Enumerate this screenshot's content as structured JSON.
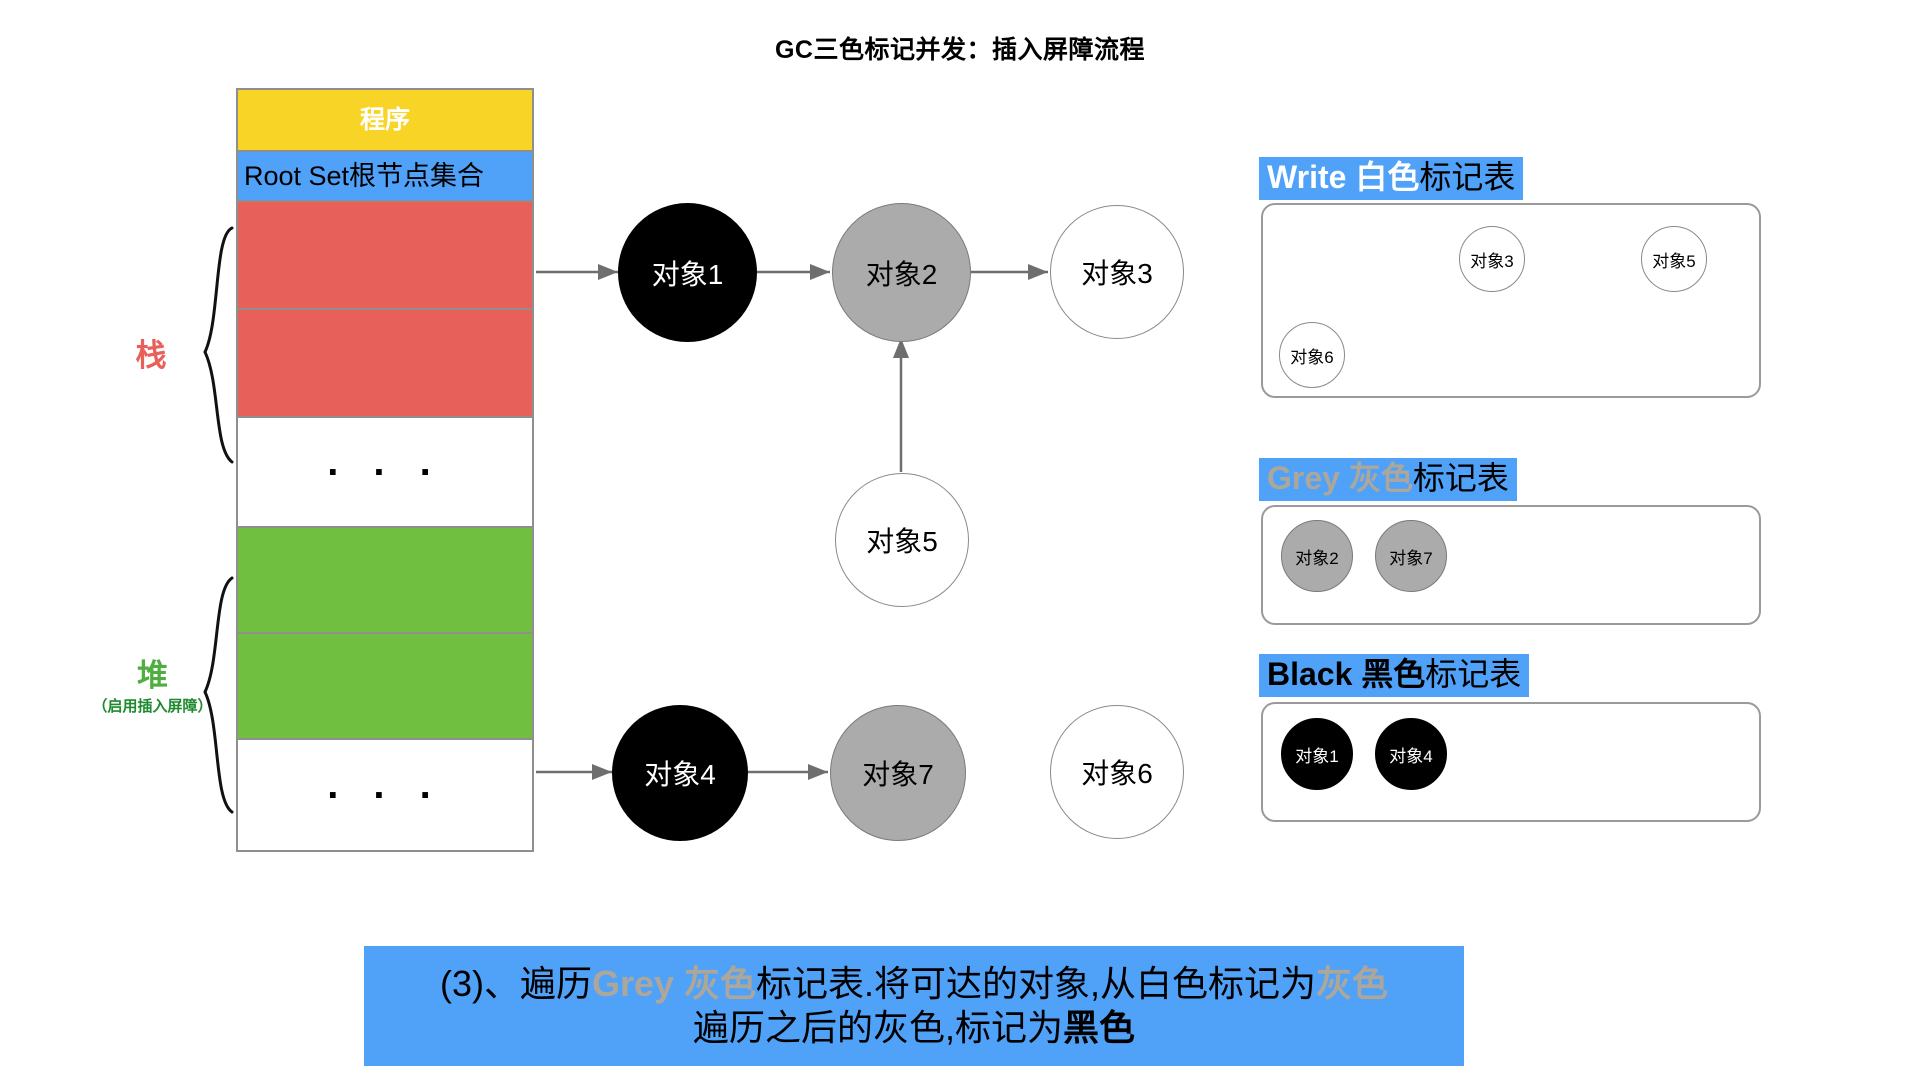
{
  "title": "GC三色标记并发：插入屏障流程",
  "memory": {
    "program_label": "程序",
    "rootset_label": "Root Set根节点集合",
    "ellipsis": ". . .",
    "rows": [
      {
        "name": "program",
        "label": "程序",
        "color": "#F7D426"
      },
      {
        "name": "root-set",
        "label": "Root Set根节点集合",
        "color": "#50A1F8"
      },
      {
        "name": "stack-slot-1",
        "label": "",
        "color": "#E8605A"
      },
      {
        "name": "stack-slot-2",
        "label": "",
        "color": "#E8605A"
      },
      {
        "name": "stack-ellipsis",
        "label": ". . .",
        "color": "#FFFFFF"
      },
      {
        "name": "heap-slot-1",
        "label": "",
        "color": "#70BF41"
      },
      {
        "name": "heap-slot-2",
        "label": "",
        "color": "#70BF41"
      },
      {
        "name": "heap-ellipsis",
        "label": ". . .",
        "color": "#FFFFFF"
      }
    ]
  },
  "stack": {
    "label": "栈",
    "color": "#E8605A"
  },
  "heap": {
    "label": "堆",
    "sublabel": "（启用插入屏障）",
    "color": "#4EAE3F"
  },
  "graph": {
    "nodes": [
      {
        "id": "obj1",
        "label": "对象1",
        "color": "black"
      },
      {
        "id": "obj2",
        "label": "对象2",
        "color": "grey"
      },
      {
        "id": "obj3",
        "label": "对象3",
        "color": "white"
      },
      {
        "id": "obj5",
        "label": "对象5",
        "color": "white"
      },
      {
        "id": "obj4",
        "label": "对象4",
        "color": "black"
      },
      {
        "id": "obj7",
        "label": "对象7",
        "color": "grey"
      },
      {
        "id": "obj6",
        "label": "对象6",
        "color": "white"
      }
    ],
    "edges": [
      {
        "from": "root-set",
        "to": "obj1"
      },
      {
        "from": "obj1",
        "to": "obj2"
      },
      {
        "from": "obj2",
        "to": "obj3"
      },
      {
        "from": "obj5",
        "to": "obj2"
      },
      {
        "from": "heap-slot",
        "to": "obj4"
      },
      {
        "from": "obj4",
        "to": "obj7"
      }
    ]
  },
  "tables": [
    {
      "name": "white-mark-table",
      "title_colored": "Write 白色",
      "title_rest": "标记表",
      "title_color": "#FFFFFF",
      "header_bg": "#50A1F8",
      "items": [
        {
          "label": "对象3",
          "color": "white"
        },
        {
          "label": "对象5",
          "color": "white"
        },
        {
          "label": "对象6",
          "color": "white"
        }
      ]
    },
    {
      "name": "grey-mark-table",
      "title_colored": "Grey 灰色",
      "title_rest": "标记表",
      "title_color": "#ADA79B",
      "header_bg": "#50A1F8",
      "items": [
        {
          "label": "对象2",
          "color": "grey"
        },
        {
          "label": "对象7",
          "color": "grey"
        }
      ]
    },
    {
      "name": "black-mark-table",
      "title_colored": "Black 黑色",
      "title_rest": "标记表",
      "title_color": "#000000",
      "header_bg": "#50A1F8",
      "items": [
        {
          "label": "对象1",
          "color": "black"
        },
        {
          "label": "对象4",
          "color": "black"
        }
      ]
    }
  ],
  "caption": {
    "line1_a": "(3)、遍历",
    "line1_grey1": "Grey 灰色",
    "line1_b": "标记表.将可达的对象,从白色标记为",
    "line1_grey2": "灰色",
    "line2_a": "遍历之后的灰色,标记为",
    "line2_bold": "黑色",
    "bg": "#50A1F8"
  }
}
